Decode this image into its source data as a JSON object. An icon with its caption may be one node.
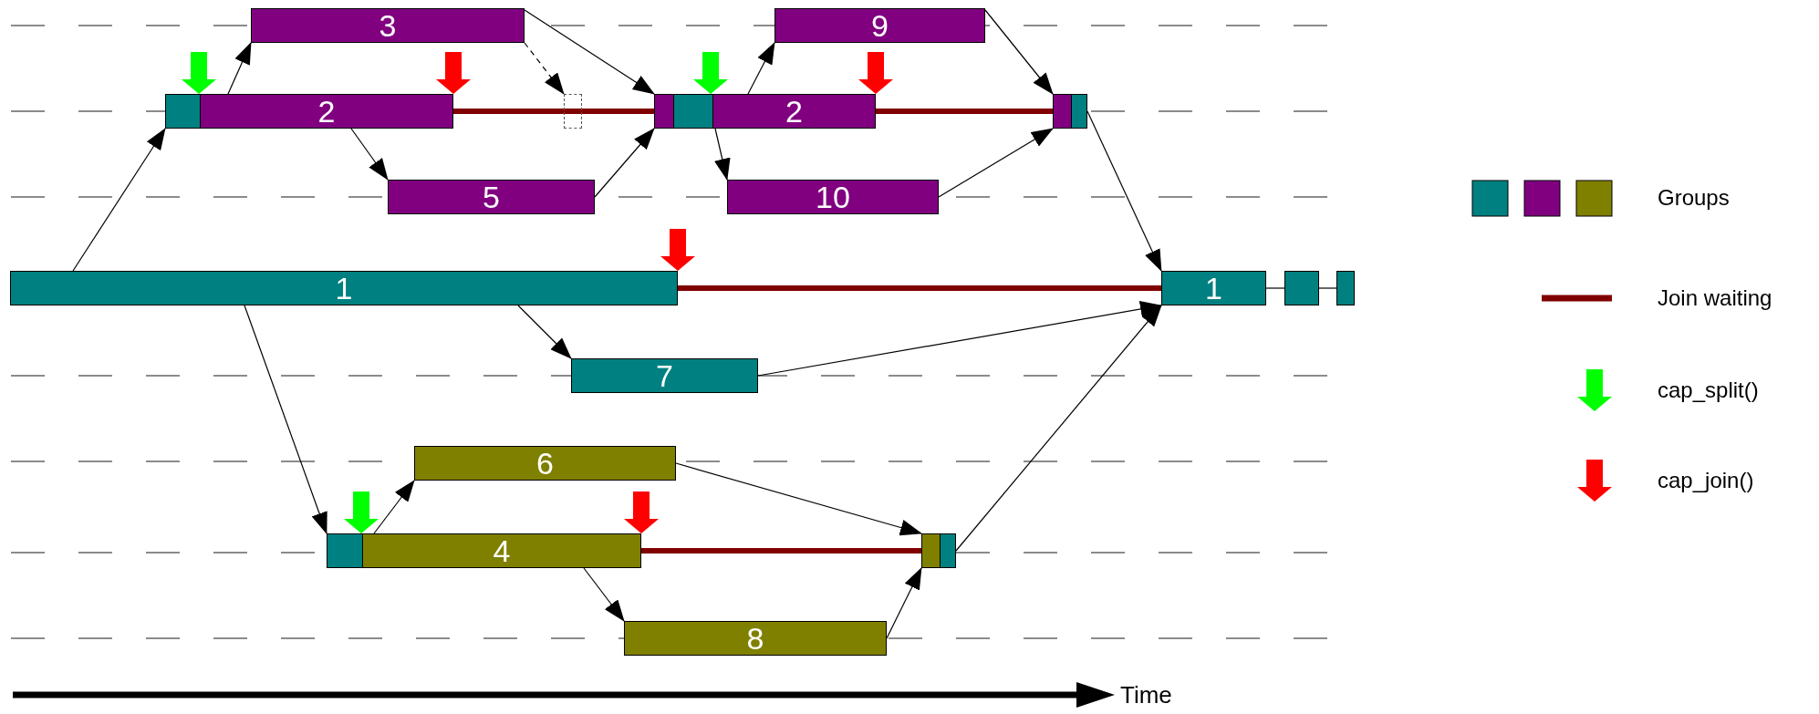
{
  "diagram": {
    "nodes": [
      {
        "text": [
          "3"
        ]
      },
      {
        "text": [
          "9"
        ]
      },
      {
        "text": [
          "2"
        ]
      },
      {
        "text": [],
        "shape": "box"
      },
      {
        "text": [
          "2"
        ]
      },
      {
        "text": [
          "5"
        ]
      },
      {
        "text": [
          "10"
        ]
      },
      {
        "text": [],
        "shape": "box"
      },
      {
        "text": [
          "1"
        ]
      },
      {
        "text": [
          "1"
        ]
      },
      {
        "text": [],
        "shape": "box"
      },
      {
        "text": [],
        "shape": "box"
      },
      {
        "text": [
          "7"
        ]
      },
      {
        "text": [
          "6"
        ]
      },
      {
        "text": [
          "4"
        ]
      },
      {
        "text": [],
        "shape": "box"
      },
      {
        "text": [
          "8"
        ]
      }
    ],
    "edges": [
      {
        "from": 8,
        "to": 2,
        "arrow": "to"
      },
      {
        "from": 2,
        "to": 0,
        "arrow": "to"
      },
      {
        "from": 0,
        "to": 4,
        "arrow": "to"
      },
      {
        "from": 0,
        "to": 3,
        "arrow": "to",
        "style": "dashed"
      },
      {
        "from": 2,
        "to": 5,
        "arrow": "to"
      },
      {
        "from": 5,
        "to": 4,
        "arrow": "to"
      },
      {
        "from": 2,
        "to": 4,
        "arrow": "none",
        "style": "thick",
        "color": "#800000"
      },
      {
        "from": 4,
        "to": 1,
        "arrow": "to"
      },
      {
        "from": 4,
        "to": 6,
        "arrow": "to"
      },
      {
        "from": 4,
        "to": 7,
        "arrow": "none",
        "style": "thick",
        "color": "#800000"
      },
      {
        "from": 1,
        "to": 7,
        "arrow": "to"
      },
      {
        "from": 6,
        "to": 7,
        "arrow": "to"
      },
      {
        "from": 7,
        "to": 9,
        "arrow": "to"
      },
      {
        "from": 8,
        "to": 9,
        "arrow": "none",
        "style": "thick",
        "color": "#800000"
      },
      {
        "from": 8,
        "to": 12,
        "arrow": "to"
      },
      {
        "from": 12,
        "to": 9,
        "arrow": "to"
      },
      {
        "from": 8,
        "to": 14,
        "arrow": "to"
      },
      {
        "from": 14,
        "to": 13,
        "arrow": "to"
      },
      {
        "from": 14,
        "to": 16,
        "arrow": "to"
      },
      {
        "from": 14,
        "to": 15,
        "arrow": "none",
        "style": "thick",
        "color": "#800000"
      },
      {
        "from": 13,
        "to": 15,
        "arrow": "to"
      },
      {
        "from": 16,
        "to": 15,
        "arrow": "to"
      },
      {
        "from": 15,
        "to": 9,
        "arrow": "to"
      },
      {
        "from": 9,
        "to": 10,
        "arrow": "none"
      },
      {
        "from": 10,
        "to": 11,
        "arrow": "none"
      }
    ],
    "labels": [
      "Time"
    ],
    "legend": [
      {
        "text": "Groups"
      },
      {
        "text": "Join waiting"
      },
      {
        "text": "cap_split()"
      },
      {
        "text": "cap_join()"
      }
    ]
  }
}
